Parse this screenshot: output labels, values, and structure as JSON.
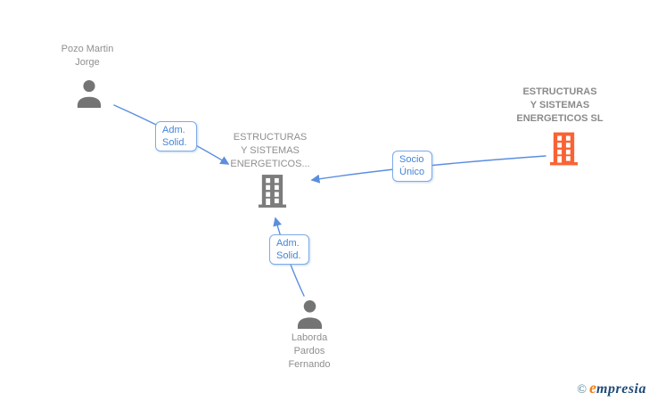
{
  "colors": {
    "edge_blue": "#5b8ee0",
    "box_border": "#7cabe8",
    "box_text": "#4485d9",
    "label_gray": "#8f8f8f",
    "label_gray_bold": "#8a8a8a",
    "icon_gray": "#747474",
    "building_gray": "#7c7c7c",
    "building_orange": "#f96333",
    "logo_copyright": "#4a7d92",
    "logo_e": "#ee8119",
    "logo_rest": "#1f4a78"
  },
  "nodes": {
    "person_top": {
      "lines": [
        "Pozo Martin",
        "Jorge"
      ],
      "full_name": "Pozo Martin Jorge",
      "icon": "person-icon"
    },
    "company_center": {
      "lines": [
        "ESTRUCTURAS",
        "Y SISTEMAS",
        "ENERGETICOS..."
      ],
      "full_name": "ESTRUCTURAS Y SISTEMAS ENERGETICOS...",
      "icon": "building-icon"
    },
    "company_right": {
      "lines": [
        "ESTRUCTURAS",
        "Y SISTEMAS",
        "ENERGETICOS SL"
      ],
      "full_name": "ESTRUCTURAS Y SISTEMAS ENERGETICOS SL",
      "icon": "building-icon"
    },
    "person_bottom": {
      "lines": [
        "Laborda",
        "Pardos",
        "Fernando"
      ],
      "full_name": "Laborda Pardos Fernando",
      "icon": "person-icon"
    }
  },
  "edges": {
    "adm_solid_top": {
      "lines": [
        "Adm.",
        "Solid."
      ],
      "label": "Adm. Solid.",
      "from": "Pozo Martin Jorge",
      "to": "ESTRUCTURAS Y SISTEMAS ENERGETICOS..."
    },
    "socio_unico": {
      "lines": [
        "Socio",
        "Único"
      ],
      "label": "Socio Único",
      "from": "ESTRUCTURAS Y SISTEMAS ENERGETICOS SL",
      "to": "ESTRUCTURAS Y SISTEMAS ENERGETICOS..."
    },
    "adm_solid_bottom": {
      "lines": [
        "Adm.",
        "Solid."
      ],
      "label": "Adm. Solid.",
      "from": "Laborda Pardos Fernando",
      "to": "ESTRUCTURAS Y SISTEMAS ENERGETICOS..."
    }
  },
  "footer": {
    "copyright": "©",
    "brand_initial": "e",
    "brand_rest": "mpresia",
    "brand": "Empresia"
  }
}
